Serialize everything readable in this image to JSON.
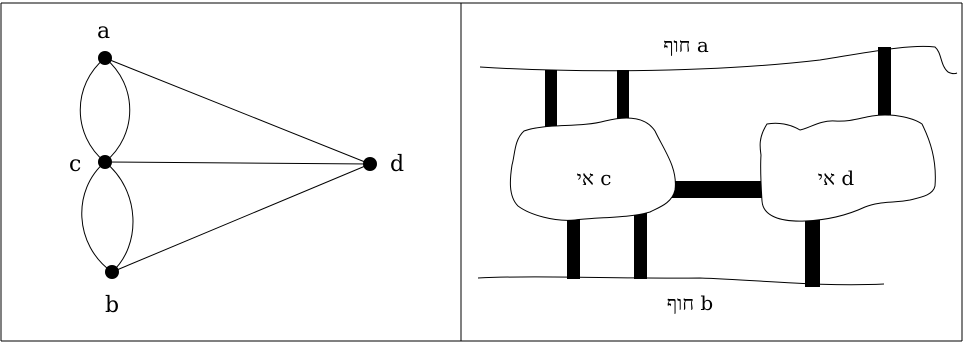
{
  "graph": {
    "nodes": {
      "a": {
        "label": "a"
      },
      "b": {
        "label": "b"
      },
      "c": {
        "label": "c"
      },
      "d": {
        "label": "d"
      }
    }
  },
  "map": {
    "shore_a": "חוף a",
    "shore_b": "חוף b",
    "island_c": "אי c",
    "island_d": "אי d"
  }
}
